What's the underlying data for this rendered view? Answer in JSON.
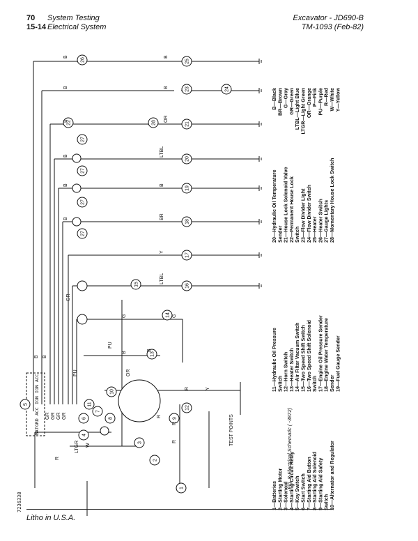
{
  "header": {
    "page_number": "70",
    "section_number": "15-14",
    "section_title": "System Testing",
    "subsection_title": "Electrical System",
    "machine": "Excavator - JD690-B",
    "manual": "TM-1093   (Feb-82)"
  },
  "footer": {
    "litho": "Litho in U.S.A."
  },
  "figure": {
    "caption": "Fig. 8-Electrical Schematic (      -3872)",
    "code": "7236338",
    "test_points": "TEST POINTS"
  },
  "legend_col1": [
    "1—Batteries",
    "2—Starting Motor",
    "3—Solenoid",
    "4—Starting Circuit Relay",
    "5—Key Switch",
    "6—Start Switch",
    "7—Starting Aid Button",
    "8—Starting Aid Solenoid",
    "9—Starting Aid Safety",
    "Switch",
    "10—Alternator and Regulator"
  ],
  "legend_col2": [
    "11—Hydraulic Oil Pressure",
    "Switch",
    "12—Horn Switch",
    "13—Heater Switch",
    "14—Air Filter Vacuum Switch",
    "15—Two Speed Shift Switch",
    "16—Two Speed Shift Solenoid",
    "Switch",
    "17—Engine Oil Pressure Sender",
    "18—Engine Water Temperature",
    "Sender",
    "19—Fuel Gauge Sender"
  ],
  "legend_col3": [
    "20—Hydraulic Oil Temperature",
    "Sender",
    "21—House Lock Solenoid Valve",
    "22—Permanent House Lock",
    "Switch",
    "23—Flow Divider Light",
    "24—Flow Divider Switch",
    "25—Heater",
    "26—Heater Switch",
    "27—Gauge Lights",
    "28—Momentary House Lock Switch"
  ],
  "color_legend": [
    "B—Black",
    "BR—Brown",
    "G—Gray",
    "GR—Green",
    "LTBL—Light Blue",
    "LTGR—Light Green",
    "OR—Orange",
    "P—Pink",
    "PU—Purple",
    "R—Red",
    "W—White",
    "Y—Yellow"
  ],
  "wire_labels": [
    "B",
    "B",
    "B",
    "B",
    "B",
    "B",
    "B",
    "B",
    "OR",
    "LTBL",
    "B",
    "BR",
    "Y",
    "LTBL",
    "G",
    "G",
    "B",
    "PU",
    "PU",
    "GR",
    "GR",
    "GR",
    "GR",
    "OR",
    "R",
    "R",
    "R",
    "R",
    "W",
    "LTGR",
    "B",
    "B",
    "Y",
    "R",
    "B",
    "GR"
  ],
  "key_switch_labels": [
    "ACC",
    "IGN",
    "IGN",
    "ACC",
    "GRD",
    "BAT"
  ],
  "components": [
    "1",
    "2",
    "3",
    "4",
    "5",
    "6",
    "7",
    "8",
    "9",
    "10",
    "11",
    "12",
    "13",
    "14",
    "15",
    "16",
    "17",
    "18",
    "19",
    "20",
    "21",
    "22",
    "23",
    "24",
    "25",
    "26",
    "27",
    "27",
    "27",
    "27",
    "28"
  ]
}
